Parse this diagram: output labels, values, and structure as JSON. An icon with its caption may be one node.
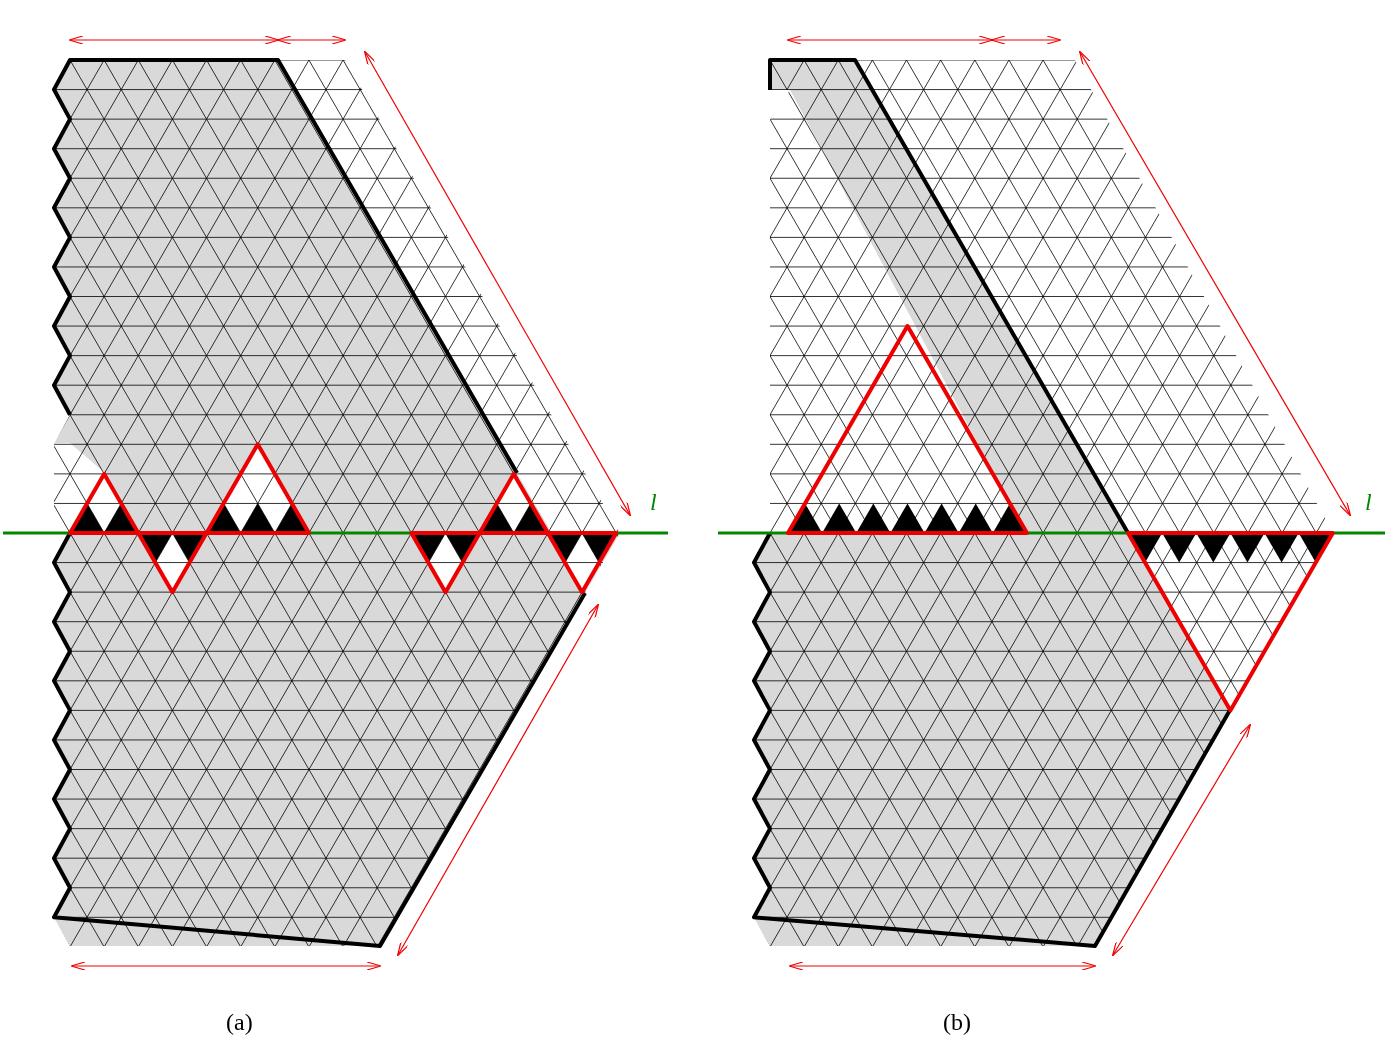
{
  "diagram": {
    "labels": [
      "l",
      "l",
      "(a)",
      "(b)"
    ]
  }
}
